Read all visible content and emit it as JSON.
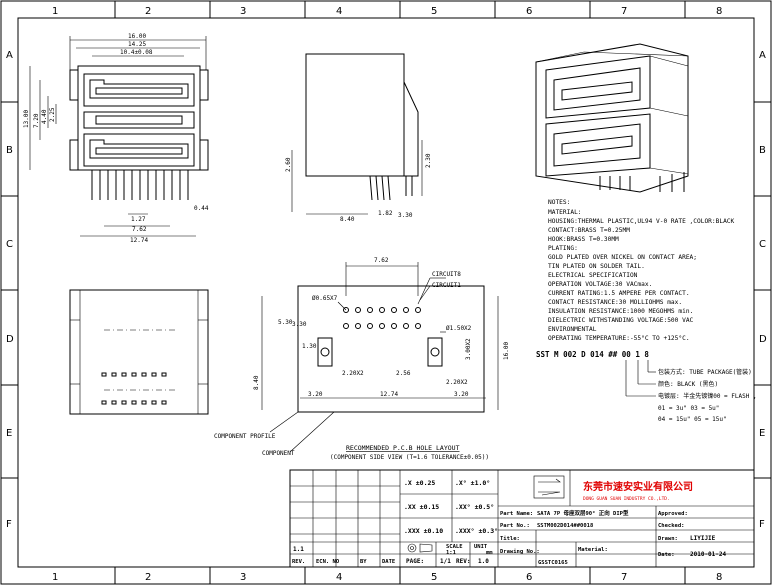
{
  "frame": {
    "columns": [
      "1",
      "2",
      "3",
      "4",
      "5",
      "6",
      "7",
      "8"
    ],
    "rows": [
      "A",
      "B",
      "C",
      "D",
      "E",
      "F"
    ]
  },
  "front_view": {
    "dims": [
      "16.00",
      "14.25",
      "10.4±0.08",
      "13.00",
      "7.20",
      "4.40",
      "2.25",
      "1.27",
      "0.44",
      "7.62",
      "12.74"
    ]
  },
  "side_view": {
    "dims": [
      "2.60",
      "2.30",
      "8.40",
      "1.82",
      "3.30"
    ]
  },
  "notes": {
    "lines": [
      "NOTES:",
      "MATERIAL:",
      "    HOUSING:THERMAL PLASTIC,UL94 V-0 RATE ,COLOR:BLACK",
      "    CONTACT:BRASS T=0.25MM",
      "    HOOK:BRASS T=0.30MM",
      "PLATING:",
      "    GOLD PLATED OVER NICKEL ON CONTACT AREA;",
      "    TIN PLATED ON SOLDER TAIL.",
      "ELECTRICAL SPECIFICATION",
      "    OPERATION VOLTAGE:30 VACmax.",
      "    CURRENT RATING:1.5 AMPERE PER CONTACT.",
      "    CONTACT RESISTANCE:30 MOLLIOHMS max.",
      "    INSULATION RESISTANCE:1000 MEGOHMS min.",
      "    DIELECTRIC WITHSTANDING VOLTAGE:500 VAC",
      "ENVIRONMENTAL",
      "    OPERATING TEMPERATURE:-55°C TO +125°C."
    ]
  },
  "part_code": {
    "code": "SST M 002 D 014 ## 00 1 8",
    "legend": [
      "包装方式: TUBE PACKAGE(管装)",
      "颜色: BLACK (黑色)",
      "电镀层: 半金先镀镍00 = FLASH ,",
      "        01 = 3u\"  03 = 5u\"",
      "        04 = 15u\"  05 = 15u\""
    ]
  },
  "pcb_layout": {
    "dims": [
      "7.62",
      "CIRCUIT8",
      "CIRCUIT1",
      "Ø0.65X7",
      "Ø1.50X2",
      "5.30",
      "3.30",
      "1.30",
      "2.20X2",
      "2.56",
      "3.00X2",
      "2.20X2",
      "8.40",
      "16.00",
      "3.20",
      "12.74",
      "3.20"
    ],
    "caption": "RECOMMENDED P.C.B HOLE LAYOUT",
    "subcaption": "(COMPONENT SIDE VIEW (T=1.6 TOLERANCE±0.05))",
    "component_profile": "COMPONENT PROFILE",
    "component": "COMPONENT"
  },
  "title_block": {
    "tolerances": [
      ".X   ±0.25",
      ".X°  ±1.0°",
      ".XX  ±0.15",
      ".XX° ±0.5°",
      ".XXX ±0.10",
      ".XXX° ±0.3°"
    ],
    "company_cn": "东莞市速安实业有限公司",
    "company_en": "DONG GUAN SUAN INDUSTRY CO.,LTD.",
    "part_name_label": "Part Name:",
    "part_name": "SATA 7P 母座双层90° 正向 DIP型",
    "part_no_label": "Part No.:",
    "part_no": "SSTM002D014##0018",
    "title_label": "Title:",
    "material_label": "Material:",
    "drawing_no_label": "Drawing No.:",
    "drawing_no": "GSSTC0165",
    "approved_label": "Approved:",
    "checked_label": "Checked:",
    "drawn_label": "Drawn:",
    "drawn": "LIYIJIE",
    "date_label": "Date:",
    "date": "2010-01-24",
    "scale_label": "SCALE",
    "scale": "1:1",
    "unit_label": "UNIT",
    "unit": "mm",
    "page_label": "PAGE:",
    "page": "1/1",
    "rev_label": "REV:",
    "rev": "1.0",
    "rev_cols": [
      "REV.",
      "ECN. NO",
      "BY",
      "DATE"
    ],
    "rev_row": "1.1"
  }
}
